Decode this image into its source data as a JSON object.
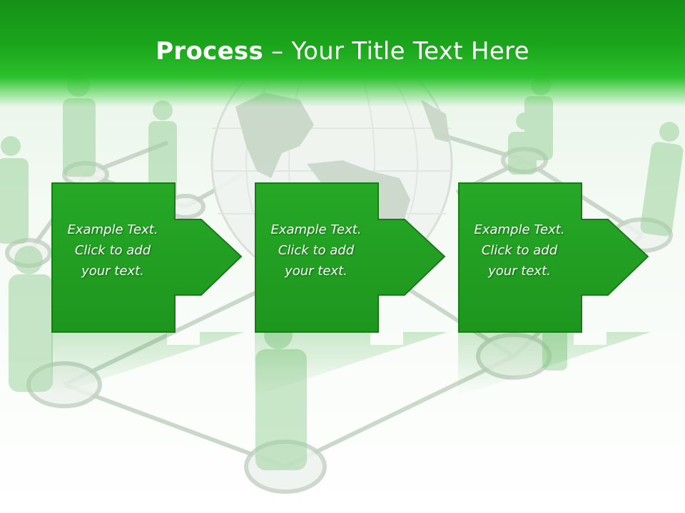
{
  "title": {
    "bold": "Process",
    "rest": " – Your Title Text Here"
  },
  "steps": [
    {
      "lines": [
        "Example Text.",
        "Click  to add",
        "your text."
      ]
    },
    {
      "lines": [
        "Example Text.",
        "Click  to add",
        "your text."
      ]
    },
    {
      "lines": [
        "Example Text.",
        "Click  to add",
        "your text."
      ]
    }
  ],
  "colors": {
    "header": "#1ca71c",
    "box": "#22a022",
    "box_border": "#1a7a1a",
    "text": "#ffffff"
  }
}
